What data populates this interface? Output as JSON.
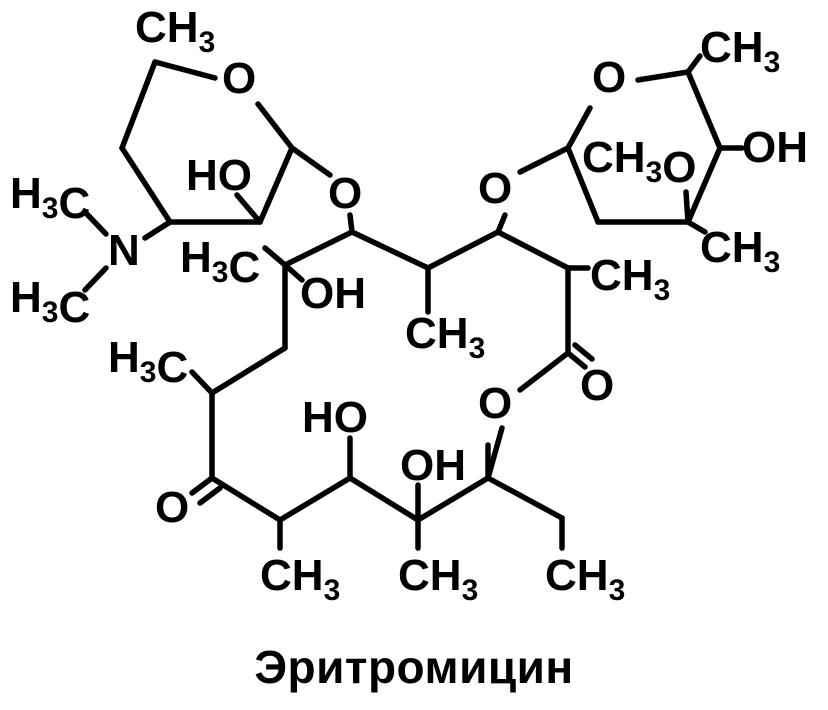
{
  "molecule": {
    "name": "Эритромицин",
    "labels": {
      "desosamine_ch3": "CH3",
      "desosamine_ring_o": "O",
      "desosamine_oh": "HO",
      "n_methyl_top": "H3C",
      "nitrogen": "N",
      "n_methyl_bottom": "H3C",
      "glycoside_o_left": "O",
      "glycoside_o_right": "O",
      "cladinose_ring_o": "O",
      "cladinose_ch3_top": "CH3",
      "cladinose_och3": "CH3O",
      "cladinose_oh": "OH",
      "cladinose_ch3_bottom": "CH3",
      "c6_ch3": "H3C",
      "c6_oh": "OH",
      "c4_ch3": "CH3",
      "c2_ch3": "CH3",
      "c8_ch3": "H3C",
      "lactone_carbonyl_o": "O",
      "lactone_ring_o": "O",
      "c11_oh": "HO",
      "c12_oh": "OH",
      "ketone_o": "O",
      "c10_ch3": "CH3",
      "c12_ch3": "CH3",
      "ethyl_ch3": "CH3"
    }
  }
}
